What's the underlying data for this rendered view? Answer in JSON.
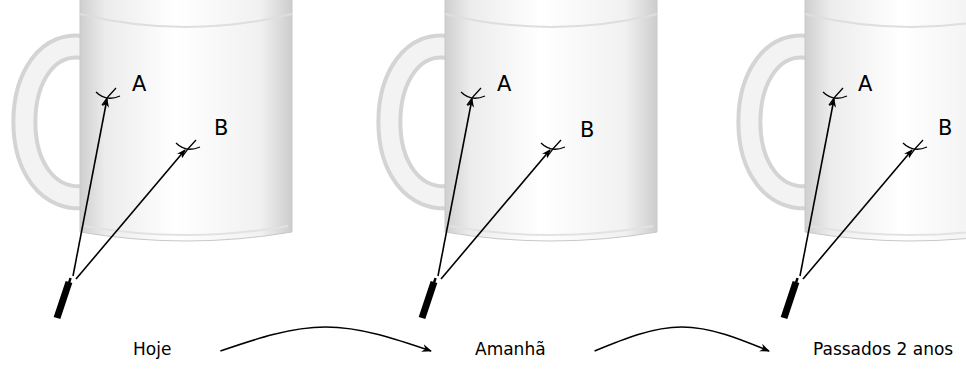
{
  "diagram": {
    "nodes": [
      {
        "text": [
          "Hoje"
        ]
      },
      {
        "text": [
          "Amanhã"
        ]
      },
      {
        "text": [
          "Passados 2 anos"
        ]
      }
    ],
    "edges": [
      {
        "from": 0,
        "to": 1,
        "arrow": "to"
      },
      {
        "from": 1,
        "to": 2,
        "arrow": "to"
      }
    ],
    "labels": [
      "A",
      "B",
      "A",
      "B",
      "A",
      "B"
    ]
  }
}
